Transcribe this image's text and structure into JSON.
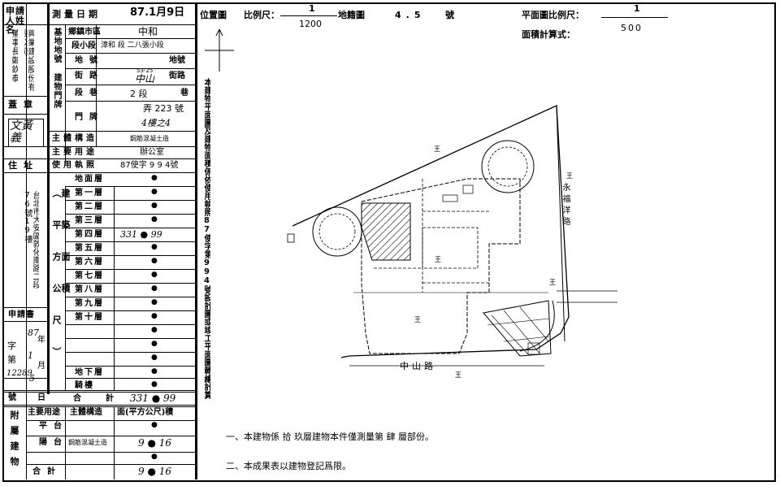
{
  "applicant": {
    "header": "申請人姓名",
    "company": "興業建設股份有限公司",
    "chairman": "董事長鄭欽泰",
    "seal_label": "蓋章",
    "seal": "文黃義",
    "address_label": "住址",
    "address": "台北市大安區敦化南路二段76號19樓"
  },
  "survey_date": {
    "label": "測量日期",
    "value": "87.1月9日"
  },
  "base": {
    "label": "基地地號",
    "district_label": "鄉鎮市區",
    "district": "中和",
    "section_label": "段小段",
    "section_value": "漳和 段 二八張小段",
    "lot_label": "地號",
    "lot_suffix": "地號"
  },
  "door": {
    "label": "建物門牌",
    "street_label": "街路",
    "street_note": "53-25",
    "street_value": "中山",
    "street_suffix": "街路",
    "sec_label": "段巷",
    "sec_value": "2 段",
    "sec_suffix": "巷",
    "door_label": "門牌",
    "lane_value": "弄 223 號",
    "floor_value": "4樓之4"
  },
  "structure": {
    "label": "主體構造",
    "value": "鋼筋混凝土造"
  },
  "usage": {
    "label": "主要用途",
    "value": "辦公室"
  },
  "permit": {
    "label": "使用執照",
    "value": "87使字 9 9 4號"
  },
  "floors": {
    "label": "建築面積（平方公尺）",
    "rows": [
      {
        "name": "地面層",
        "value": "●"
      },
      {
        "name": "第一層",
        "value": "●"
      },
      {
        "name": "第二層",
        "value": "●"
      },
      {
        "name": "第三層",
        "value": "●"
      },
      {
        "name": "第四層",
        "value": "331 ● 99"
      },
      {
        "name": "第五層",
        "value": "●"
      },
      {
        "name": "第六層",
        "value": "●"
      },
      {
        "name": "第七層",
        "value": "●"
      },
      {
        "name": "第八層",
        "value": "●"
      },
      {
        "name": "第九層",
        "value": "●"
      },
      {
        "name": "第十層",
        "value": "●"
      },
      {
        "name": "",
        "value": "●"
      },
      {
        "name": "",
        "value": "●"
      },
      {
        "name": "",
        "value": "●"
      },
      {
        "name": "地下層",
        "value": "●"
      },
      {
        "name": "騎樓",
        "value": "●"
      }
    ],
    "total_label": "合計",
    "total_value": "331 ● 99"
  },
  "application": {
    "label": "申請書",
    "zi": "字",
    "di": "第",
    "hao": "號",
    "ri": "日",
    "year": "87",
    "year_label": "年",
    "month": "1",
    "month_label": "月",
    "day": "5",
    "number": "12289"
  },
  "attached": {
    "label": "附屬建物",
    "col_usage": "主要用途",
    "col_structure": "主體構造",
    "col_area": "面(平方公尺)積",
    "rows": [
      {
        "name": "平台",
        "structure": "",
        "value": "●"
      },
      {
        "name": "陽台",
        "structure": "鋼筋混凝土造",
        "value": "9 ● 16"
      },
      {
        "name": "",
        "structure": "",
        "value": "●"
      }
    ],
    "total_label": "合計",
    "total_value": "9 ● 16"
  },
  "header_right": {
    "location_label": "位置圖",
    "scale_label": "比例尺：",
    "scale_num": "1",
    "scale_den": "1200",
    "cadastral_label": "地籍圖",
    "cadastral_value": "4.5",
    "cadastral_suffix": "號",
    "plan_scale_label": "平面圖比例尺：",
    "plan_scale_num": "1",
    "plan_scale_den": "500",
    "area_formula_label": "面積計算式："
  },
  "vertical_note": "本建物平面圖及建物面積係依使用執照87使字第994號設計圖或竣工平面圖轉繪計算",
  "notes": {
    "note1": "一、本建物係 拾 玖層建物本件僅測量第 肆 層部份。",
    "note2": "二、本成果表以建物登記爲限。"
  },
  "map": {
    "road_south": "中山路",
    "road_east": "永福洋路",
    "mark": "王"
  }
}
